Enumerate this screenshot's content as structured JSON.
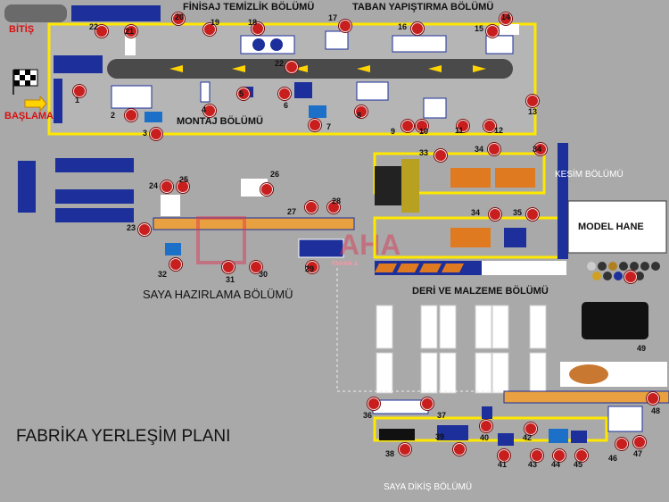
{
  "labels": {
    "finish": "BİTİŞ",
    "start": "BAŞLAMA",
    "finishing_cleaning": "FİNİSAJ  TEMİZLİK BÖLÜMÜ",
    "sole_gluing": "TABAN  YAPIŞTIRMA BÖLÜMÜ",
    "assembly": "MONTAJ BÖLÜMÜ",
    "cutting": "KESİM BÖLÜMÜ",
    "model_room": "MODEL HANE",
    "upper_preparation": "SAYA HAZIRLAMA BÖLÜMÜ",
    "leather_material": "DERİ VE MALZEME BÖLÜMÜ",
    "title": "FABRİKA YERLEŞİM PLANI",
    "upper_sewing": "SAYA  DİKİŞ BÖLÜMÜ",
    "watermark": "Elektrik &"
  },
  "stations": [
    "1",
    "2",
    "3",
    "4",
    "5",
    "6",
    "7",
    "8",
    "9",
    "10",
    "11",
    "12",
    "13",
    "14",
    "15",
    "16",
    "17",
    "18",
    "19",
    "20",
    "21",
    "22",
    "22",
    "23",
    "24",
    "25",
    "26",
    "27",
    "28",
    "29",
    "30",
    "31",
    "32",
    "33",
    "34",
    "34",
    "34",
    "35",
    "36",
    "37",
    "38",
    "39",
    "40",
    "41",
    "42",
    "43",
    "44",
    "45",
    "46",
    "47",
    "48",
    "49"
  ]
}
